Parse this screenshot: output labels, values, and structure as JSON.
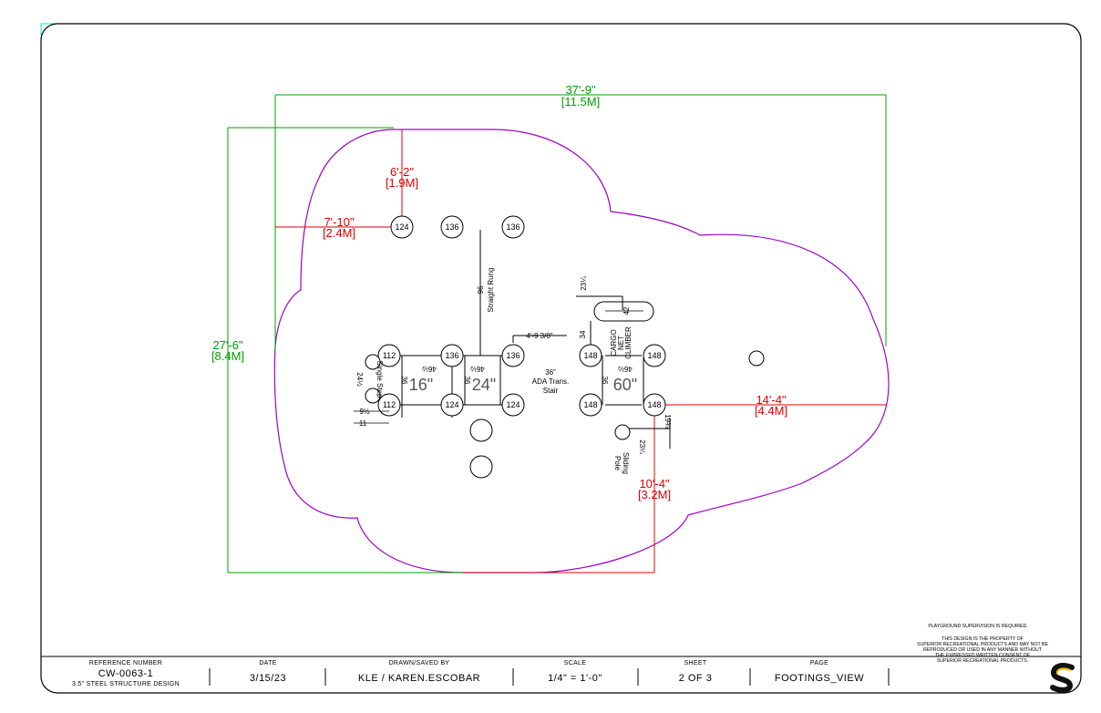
{
  "dimensions": {
    "overall_width": "37'-9\"",
    "overall_width_m": "[11.5M]",
    "overall_depth": "27'-6\"",
    "overall_depth_m": "[8.4M]",
    "top_offset": "6'-2\"",
    "top_offset_m": "[1.9M]",
    "left_offset": "7'-10\"",
    "left_offset_m": "[2.4M]",
    "right_offset": "14'-4\"",
    "right_offset_m": "[4.4M]",
    "bottom_offset": "10'-4\"",
    "bottom_offset_m": "[3.2M]"
  },
  "footings": {
    "top_row": [
      "124",
      "136",
      "136"
    ],
    "upper_row": [
      "112",
      "136",
      "136"
    ],
    "lower_row": [
      "112",
      "124",
      "124"
    ],
    "right_upper": [
      "148",
      "148"
    ],
    "right_lower": [
      "148",
      "148"
    ]
  },
  "labels": {
    "straight_rung": "Straight Rung",
    "rung_len": "96",
    "stair_dim": "4'-9 3/8\"",
    "ada_36": "36\"",
    "ada_line1": "ADA Trans.",
    "ada_line2": "Stair",
    "deck_16": "16\"",
    "deck_24": "24\"",
    "deck_60": "60\"",
    "span_a": "46½",
    "span_b": "46½",
    "span_c": "46½",
    "side_36a": "36",
    "side_36b": "36",
    "side_36c": "36",
    "single_step": "Single Step",
    "step_dim": "24½",
    "small_a": "9½",
    "small_b": "11",
    "cargo_1": "CARGO",
    "cargo_2": "NET",
    "cargo_3": "CLIMBER",
    "cargo_42": "42",
    "cargo_34": "34",
    "cargo_23": "23¼",
    "pole_1": "Sliding",
    "pole_2": "Pole",
    "pole_dim": "23¼",
    "pole_dim2": "19¾"
  },
  "notes": {
    "supervision": "PLAYGROUND SUPERVISION IS REQUIRED.",
    "property_1": "THIS DESIGN IS THE PROPERTY OF",
    "property_2": "SUPERIOR RECREATIONAL PRODUCTS AND MAY NOT BE",
    "property_3": "REPRODUCED OR USED IN ANY MANNER WITHOUT",
    "property_4": "THE EXPRESSED WRITTEN CONSENT OF",
    "property_5": "SUPERIOR RECREATIONAL PRODUCTS."
  },
  "title_block": {
    "ref_label": "REFERENCE NUMBER",
    "ref_value": "CW-0063-1",
    "ref_sub": "3.5\" STEEL STRUCTURE DESIGN",
    "date_label": "DATE",
    "date_value": "3/15/23",
    "drawn_label": "DRAWN/SAVED BY",
    "drawn_value": "KLE / KAREN.ESCOBAR",
    "scale_label": "SCALE",
    "scale_value": "1/4\" = 1'-0\"",
    "sheet_label": "SHEET",
    "sheet_value": "2  OF  3",
    "page_label": "PAGE",
    "page_value": "FOOTINGS_VIEW"
  },
  "colors": {
    "border": "#000000",
    "boundary": "#a000c8",
    "dim_green": "#00a000",
    "dim_red": "#e00000",
    "corner_mark": "#00e5e5"
  },
  "logo": "superior-s-logo"
}
